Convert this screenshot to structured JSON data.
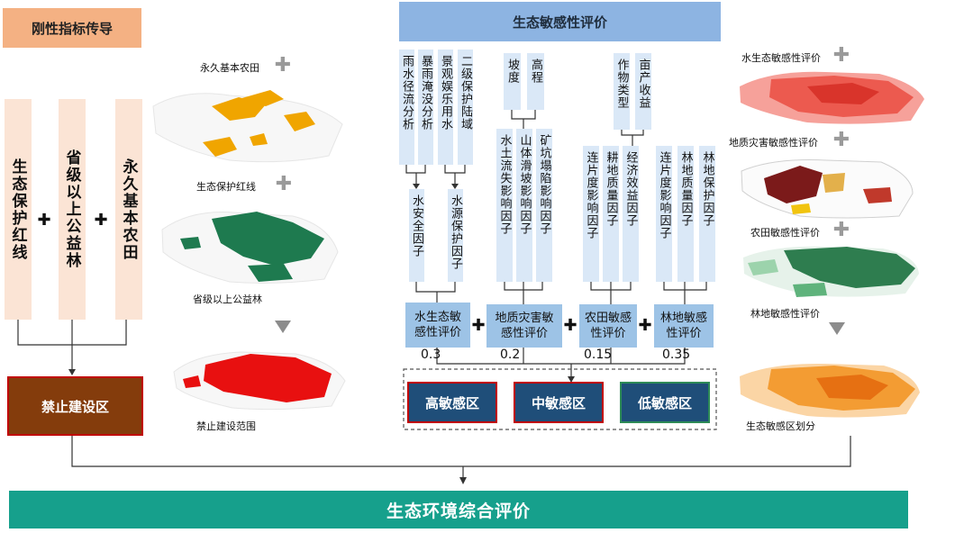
{
  "left": {
    "header": "刚性指标传导",
    "boxes": [
      "生态保护红线",
      "省级以上公益林",
      "永久基本农田"
    ],
    "result": "禁止建设区",
    "map_labels": [
      "永久基本农田",
      "生态保护红线",
      "省级以上公益林",
      "禁止建设范围"
    ]
  },
  "center": {
    "header": "生态敏感性评价",
    "groups": [
      {
        "sub_factors": [
          "雨水径流分析",
          "暴雨淹没分析",
          "景观娱乐用水",
          "二级保护陆域"
        ],
        "factors": [
          "水安全因子",
          "水源保护因子"
        ],
        "eval": "水生态敏感性评价",
        "weight": "0.3"
      },
      {
        "sub_factors": [
          "坡度",
          "高程"
        ],
        "factors": [
          "水土流失影响因子",
          "山体滑坡影响因子",
          "矿坑塌陷影响因子"
        ],
        "eval": "地质灾害敏感性评价",
        "weight": "0.2"
      },
      {
        "sub_factors": [
          "作物类型",
          "亩产收益"
        ],
        "factors": [
          "连片度影响因子",
          "耕地质量因子",
          "经济效益因子"
        ],
        "eval": "农田敏感性评价",
        "weight": "0.15"
      },
      {
        "sub_factors": [],
        "factors": [
          "连片度影响因子",
          "林地质量因子",
          "林地保护因子"
        ],
        "eval": "林地敏感性评价",
        "weight": "0.35"
      }
    ],
    "zones": [
      "高敏感区",
      "中敏感区",
      "低敏感区"
    ]
  },
  "right": {
    "map_labels": [
      "水生态敏感性评价",
      "地质灾害敏感性评价",
      "农田敏感性评价",
      "林地敏感性评价",
      "生态敏感区划分"
    ]
  },
  "final": "生态环境综合评价",
  "colors": {
    "header_left": "#f4b183",
    "header_center": "#8db4e2",
    "final": "#16a08c",
    "ban": "#843c0c",
    "zone": "#1f4e79"
  }
}
